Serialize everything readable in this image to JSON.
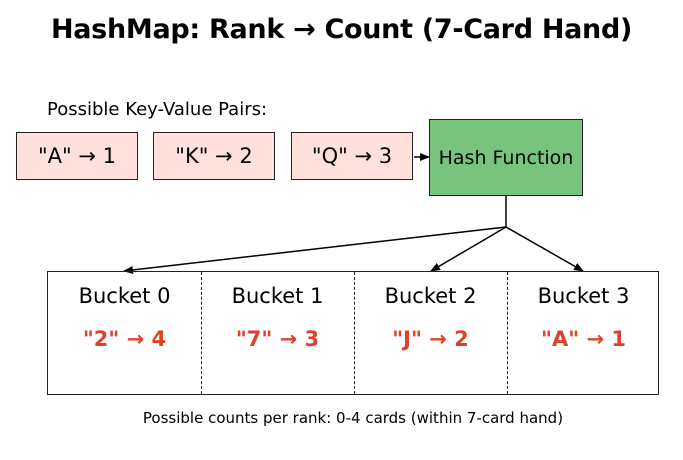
{
  "title": "HashMap: Rank → Count (7-Card Hand)",
  "pairs": {
    "caption": "Possible Key-Value Pairs:",
    "items": [
      "\"A\" → 1",
      "\"K\" → 2",
      "\"Q\" → 3"
    ]
  },
  "hash_function": {
    "label": "Hash Function",
    "fill": "#78c47c"
  },
  "buckets": [
    {
      "name": "Bucket 0",
      "entry": "\"2\" → 4"
    },
    {
      "name": "Bucket 1",
      "entry": "\"7\" → 3"
    },
    {
      "name": "Bucket 2",
      "entry": "\"J\" → 2"
    },
    {
      "name": "Bucket 3",
      "entry": "\"A\" → 1"
    }
  ],
  "footnote": "Possible counts per rank: 0-4 cards (within 7-card hand)",
  "colors": {
    "pair_fill": "#ffe0dc",
    "entry_text": "#e0412b"
  }
}
